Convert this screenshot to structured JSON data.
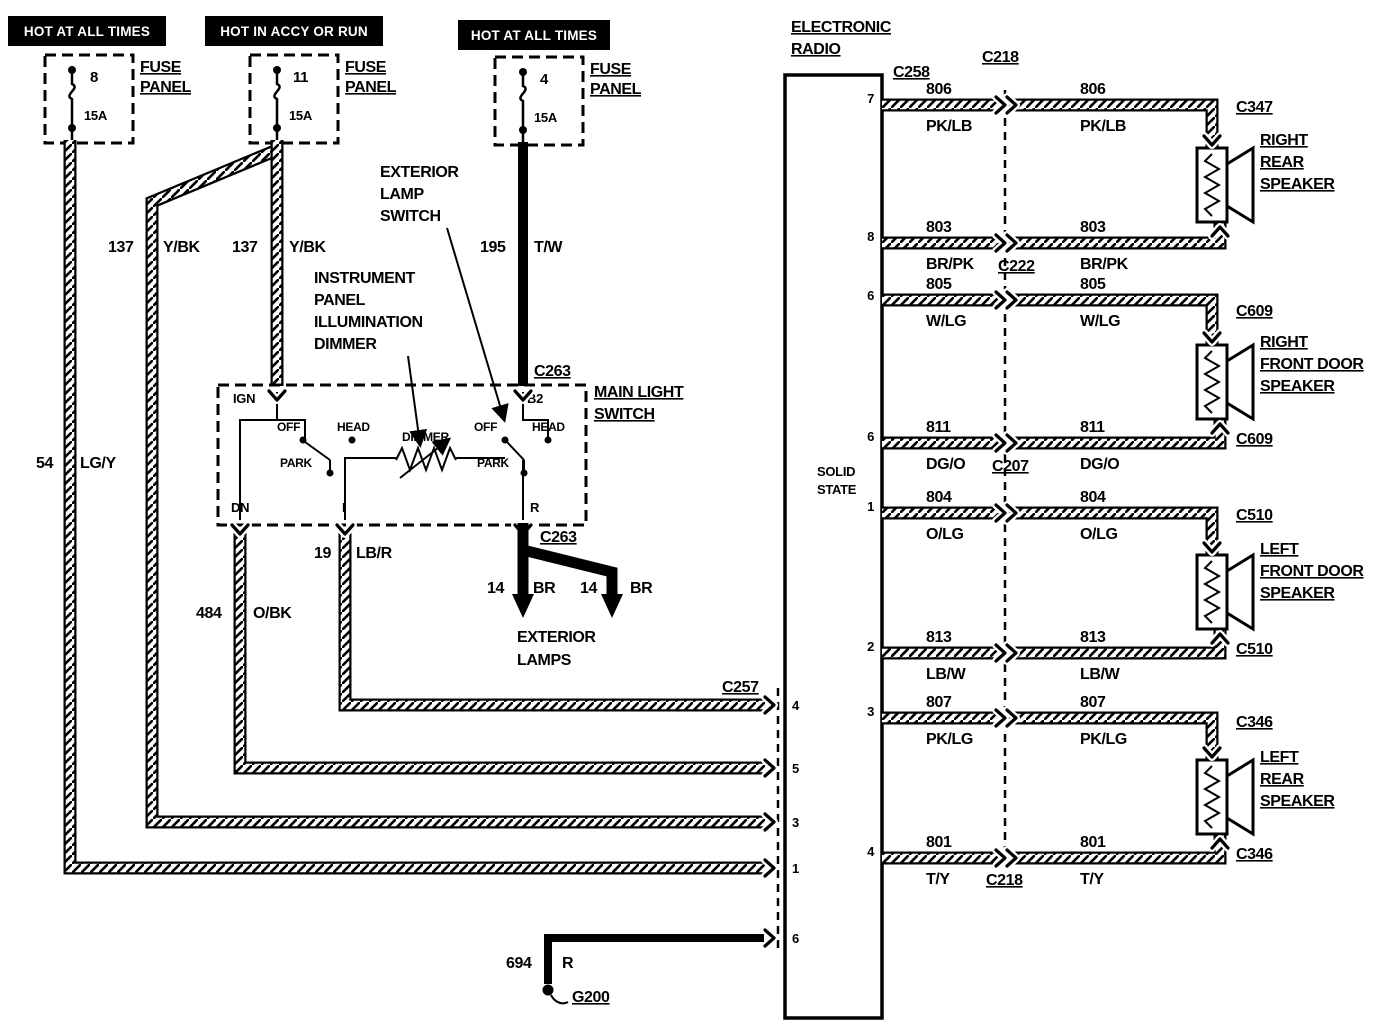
{
  "power_sources": {
    "hot_left": "HOT AT ALL TIMES",
    "hot_mid": "HOT IN ACCY OR RUN",
    "hot_right": "HOT AT ALL TIMES"
  },
  "fuse_panels": [
    {
      "fuse_number": "8",
      "rating": "15A",
      "label_line1": "FUSE",
      "label_line2": "PANEL"
    },
    {
      "fuse_number": "11",
      "rating": "15A",
      "label_line1": "FUSE",
      "label_line2": "PANEL"
    },
    {
      "fuse_number": "4",
      "rating": "15A",
      "label_line1": "FUSE",
      "label_line2": "PANEL"
    }
  ],
  "wire_labels": {
    "w137_left": {
      "circuit": "137",
      "color": "Y/BK"
    },
    "w137_right": {
      "circuit": "137",
      "color": "Y/BK"
    },
    "w195": {
      "circuit": "195",
      "color": "T/W"
    },
    "w54": {
      "circuit": "54",
      "color": "LG/Y"
    },
    "w484": {
      "circuit": "484",
      "color": "O/BK"
    },
    "w19": {
      "circuit": "19",
      "color": "LB/R"
    },
    "w14_left": {
      "circuit": "14",
      "color": "BR"
    },
    "w14_right": {
      "circuit": "14",
      "color": "BR"
    },
    "w694": {
      "circuit": "694",
      "color": "R"
    }
  },
  "callouts": {
    "exterior_lamp_switch": [
      "EXTERIOR",
      "LAMP",
      "SWITCH"
    ],
    "instrument_panel_dimmer": [
      "INSTRUMENT",
      "PANEL",
      "ILLUMINATION",
      "DIMMER"
    ],
    "exterior_lamps": [
      "EXTERIOR",
      "LAMPS"
    ]
  },
  "main_light_switch": {
    "name": [
      "MAIN LIGHT",
      "SWITCH"
    ],
    "connector_top": "C263",
    "connector_bottom": "C263",
    "pin_ign": "IGN",
    "pin_b2": "B2",
    "pin_dn": "DN",
    "pin_i": "I",
    "pin_r": "R",
    "left_off": "OFF",
    "left_head": "HEAD",
    "left_park": "PARK",
    "dimmer": "DIMMER",
    "right_off": "OFF",
    "right_head": "HEAD",
    "right_park": "PARK"
  },
  "radio": {
    "title": [
      "ELECTRONIC",
      "RADIO"
    ],
    "body_text": [
      "SOLID",
      "STATE"
    ],
    "connector_c257": "C257",
    "connector_c258": "C258",
    "connector_c218_top": "C218",
    "connector_c222": "C222",
    "connector_c207": "C207",
    "connector_c218_bottom": "C218",
    "left_pins": [
      "4",
      "5",
      "3",
      "1",
      "6"
    ],
    "right_pins": [
      "7",
      "8",
      "6",
      "6",
      "1",
      "2",
      "3",
      "4"
    ]
  },
  "speaker_circuits": [
    {
      "left_circuit": "806",
      "left_color": "PK/LB",
      "right_circuit": "806",
      "right_color": "PK/LB"
    },
    {
      "left_circuit": "803",
      "left_color": "BR/PK",
      "right_circuit": "803",
      "right_color": "BR/PK"
    },
    {
      "left_circuit": "805",
      "left_color": "W/LG",
      "right_circuit": "805",
      "right_color": "W/LG"
    },
    {
      "left_circuit": "811",
      "left_color": "DG/O",
      "right_circuit": "811",
      "right_color": "DG/O"
    },
    {
      "left_circuit": "804",
      "left_color": "O/LG",
      "right_circuit": "804",
      "right_color": "O/LG"
    },
    {
      "left_circuit": "813",
      "left_color": "LB/W",
      "right_circuit": "813",
      "right_color": "LB/W"
    },
    {
      "left_circuit": "807",
      "left_color": "PK/LG",
      "right_circuit": "807",
      "right_color": "PK/LG"
    },
    {
      "left_circuit": "801",
      "left_color": "T/Y",
      "right_circuit": "801",
      "right_color": "T/Y"
    }
  ],
  "speakers": [
    {
      "name": [
        "RIGHT",
        "REAR",
        "SPEAKER"
      ],
      "connector_top": "C347"
    },
    {
      "name": [
        "RIGHT",
        "FRONT DOOR",
        "SPEAKER"
      ],
      "connector_top": "C609",
      "connector_bottom": "C609"
    },
    {
      "name": [
        "LEFT",
        "FRONT DOOR",
        "SPEAKER"
      ],
      "connector_top": "C510",
      "connector_bottom": "C510"
    },
    {
      "name": [
        "LEFT",
        "REAR",
        "SPEAKER"
      ],
      "connector_top": "C346",
      "connector_bottom": "C346"
    }
  ],
  "ground": {
    "label": "G200"
  },
  "colors": {
    "ink": "#000000",
    "paper": "#ffffff"
  }
}
